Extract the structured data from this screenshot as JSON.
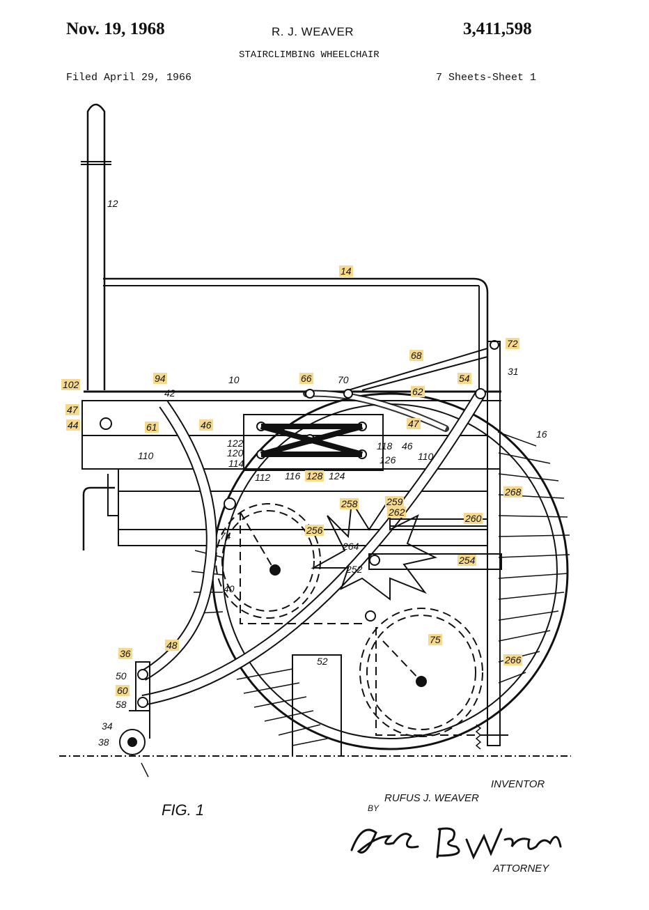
{
  "header": {
    "date": "Nov. 19, 1968",
    "inventor_name": "R. J. WEAVER",
    "patent_number": "3,411,598",
    "title": "STAIRCLIMBING WHEELCHAIR",
    "filed": "Filed April 29, 1966",
    "sheet": "7 Sheets-Sheet 1"
  },
  "highlight_color": "#f6d98a",
  "labels": {
    "l12": "12",
    "l14": "14",
    "l72": "72",
    "l31": "31",
    "l68": "68",
    "l102": "102",
    "l94": "94",
    "l42": "42",
    "l10": "10",
    "l66": "66",
    "l70": "70",
    "l54": "54",
    "l62": "62",
    "l47a": "47",
    "l44": "44",
    "l61": "61",
    "l46a": "46",
    "l47b": "47",
    "l16": "16",
    "l122": "122",
    "l120": "120",
    "l118": "118",
    "l46b": "46",
    "l114": "114",
    "l126": "126",
    "l110a": "110",
    "l110b": "110",
    "l112": "112",
    "l116": "116",
    "l128": "128",
    "l124": "124",
    "l268": "268",
    "l258": "258",
    "l259": "259",
    "l262": "262",
    "l256": "256",
    "l260": "260",
    "l74": "74",
    "l264": "264",
    "l252": "252",
    "l254": "254",
    "l40": "40",
    "l75": "75",
    "l48": "48",
    "l36": "36",
    "l52": "52",
    "l266": "266",
    "l50": "50",
    "l60": "60",
    "l58": "58",
    "l34": "34",
    "l38": "38"
  },
  "figure_label": "FIG. 1",
  "signature": {
    "inventor_caption": "INVENTOR",
    "by": "BY",
    "inventor": "RUFUS  J.  WEAVER",
    "attorney_caption": "ATTORNEY"
  }
}
